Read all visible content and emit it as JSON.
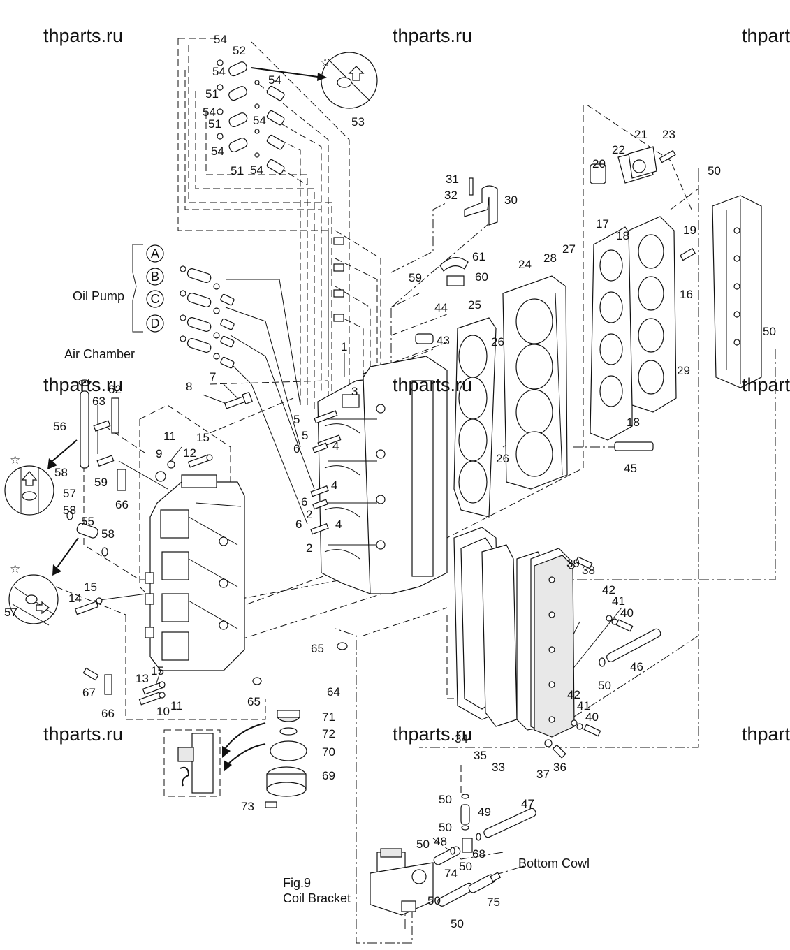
{
  "watermarks": [
    "thparts.ru",
    "thparts.ru",
    "thparts.ru",
    "thparts.ru",
    "thparts.ru",
    "thparts.ru",
    "thparts.ru",
    "thparts.ru"
  ],
  "text_labels": {
    "oil_pump": "Oil Pump",
    "air_chamber": "Air Chamber",
    "bottom_cowl": "Bottom Cowl",
    "fig": "Fig.9",
    "coil_bracket": "Coil Bracket"
  },
  "pump_ports": [
    "A",
    "B",
    "C",
    "D"
  ],
  "callouts": [
    "54",
    "52",
    "54",
    "54",
    "51",
    "54",
    "51",
    "54",
    "51",
    "54",
    "54",
    "53",
    "31",
    "32",
    "30",
    "61",
    "59",
    "60",
    "20",
    "21",
    "22",
    "23",
    "50",
    "17",
    "18",
    "19",
    "28",
    "27",
    "24",
    "16",
    "25",
    "44",
    "43",
    "26",
    "1",
    "7",
    "8",
    "5",
    "5",
    "3",
    "62",
    "63",
    "56",
    "11",
    "12",
    "15",
    "9",
    "59",
    "58",
    "57",
    "58",
    "55",
    "58",
    "57",
    "66",
    "14",
    "15",
    "6",
    "4",
    "6",
    "4",
    "2",
    "6",
    "2",
    "4",
    "26",
    "29",
    "18",
    "45",
    "50",
    "39",
    "38",
    "42",
    "41",
    "40",
    "46",
    "50",
    "65",
    "64",
    "65",
    "67",
    "66",
    "13",
    "15",
    "11",
    "10",
    "71",
    "72",
    "70",
    "69",
    "73",
    "33",
    "34",
    "35",
    "42",
    "41",
    "40",
    "37",
    "36",
    "50",
    "49",
    "47",
    "50",
    "48",
    "50",
    "68",
    "50",
    "74",
    "75",
    "50",
    "50"
  ]
}
